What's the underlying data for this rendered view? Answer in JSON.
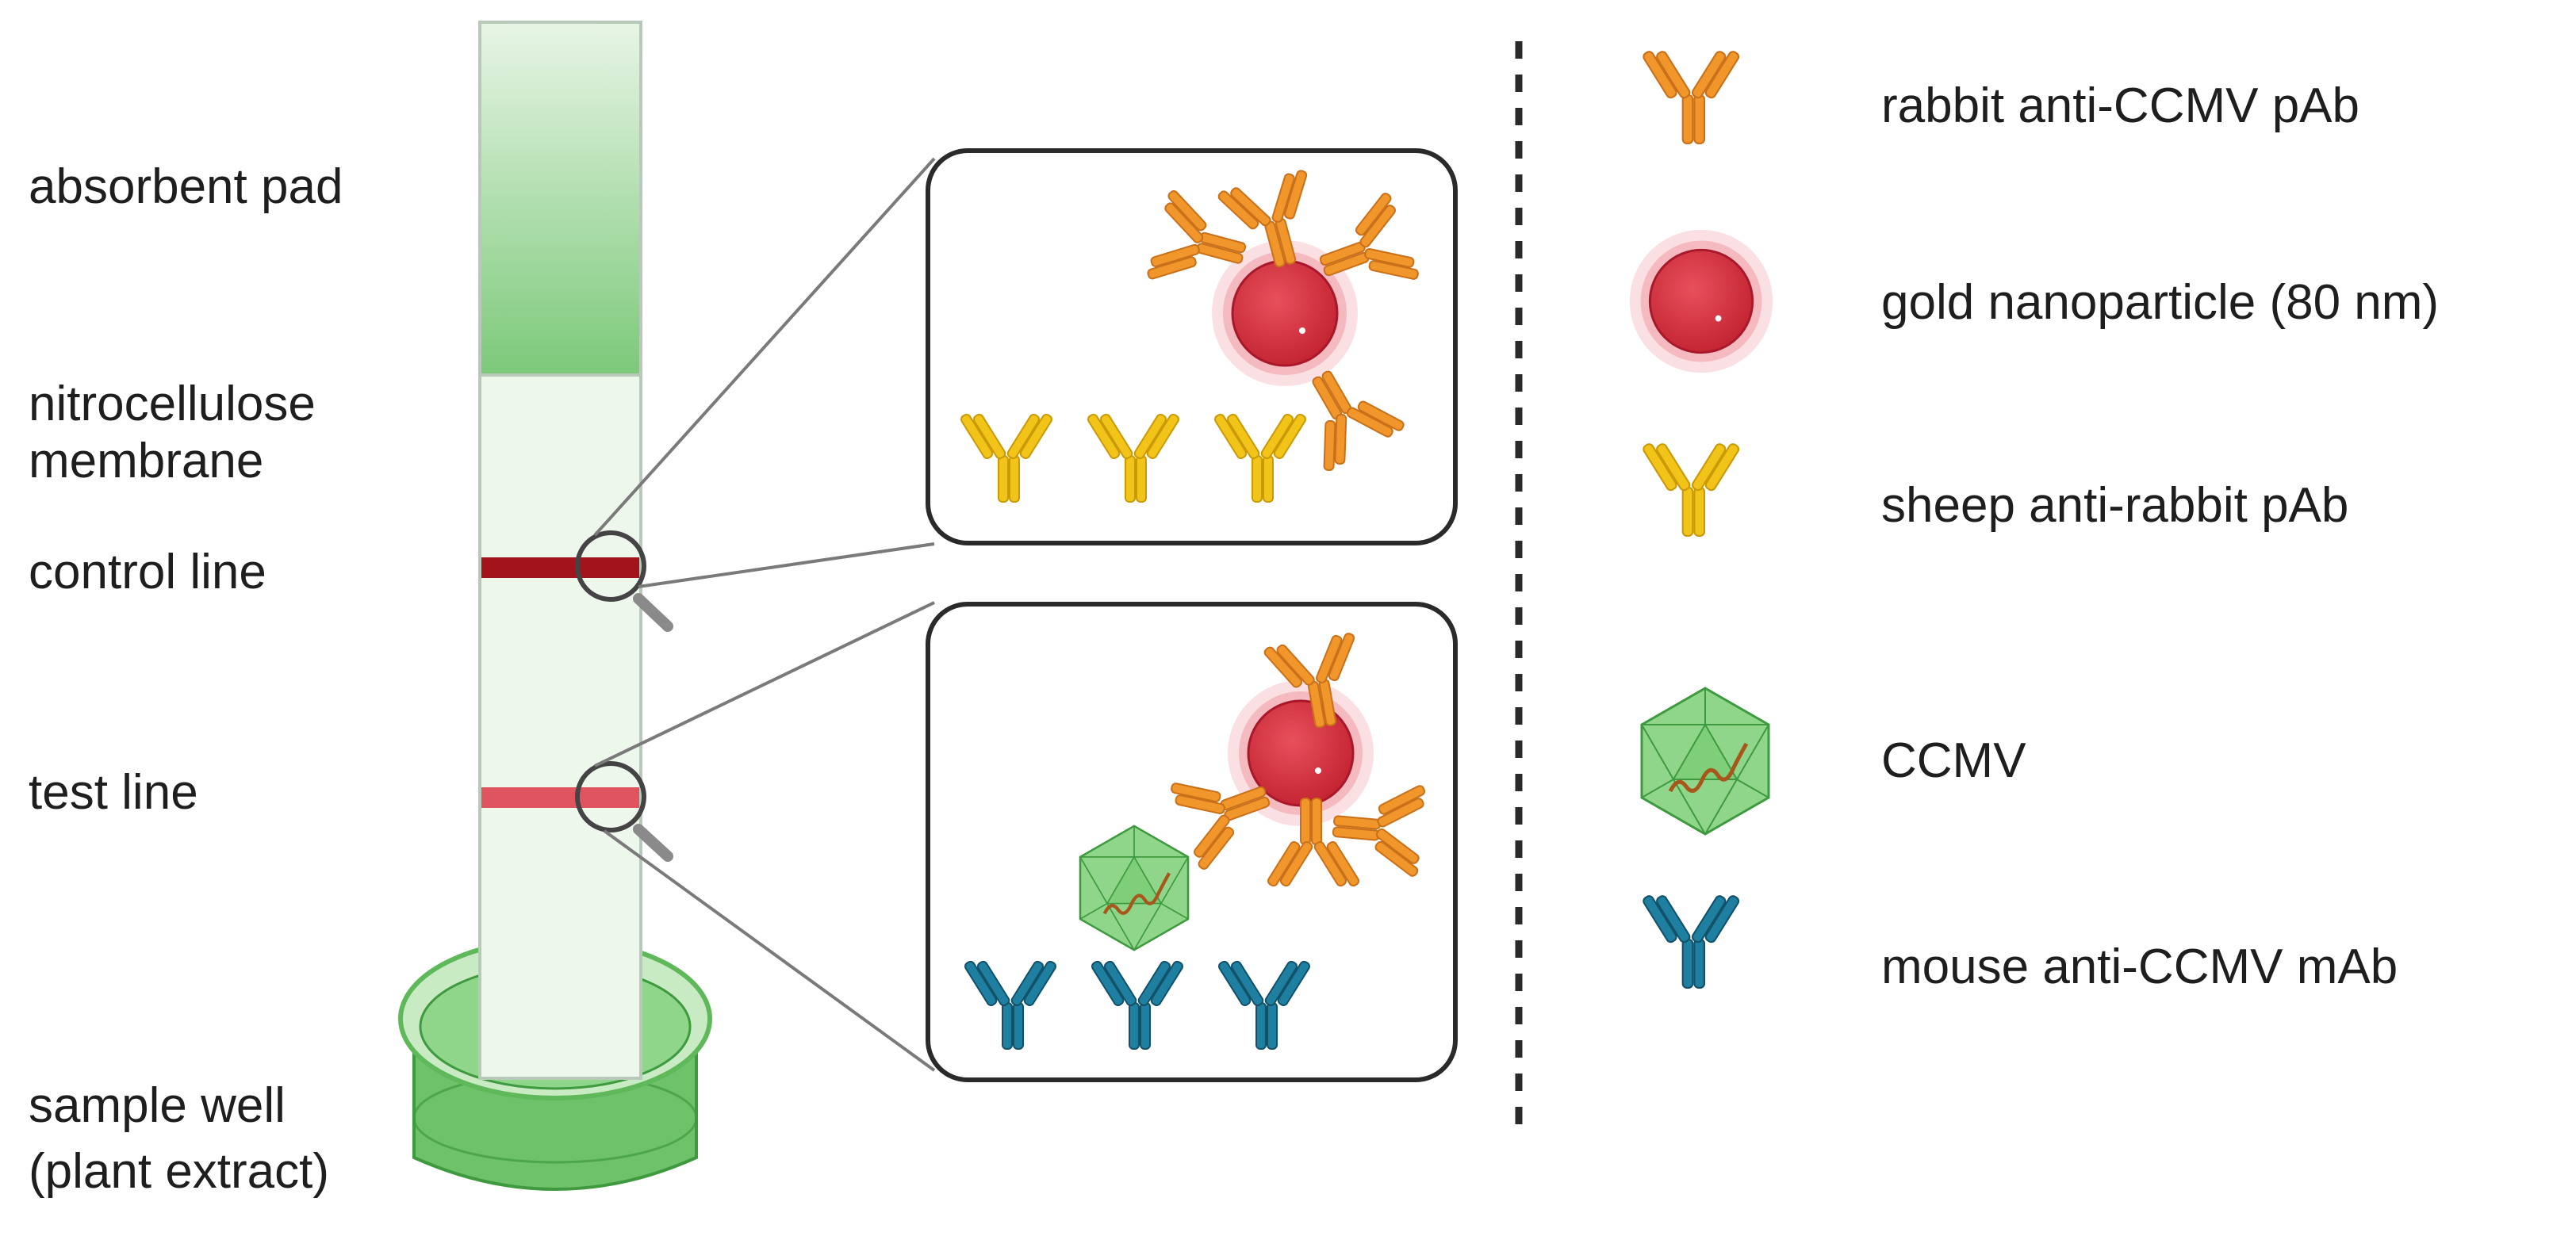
{
  "strip_labels": {
    "absorbent_pad": "absorbent pad",
    "nitrocellulose_line1": "nitrocellulose",
    "nitrocellulose_line2": "membrane",
    "control_line": "control line",
    "test_line": "test line",
    "sample_well_line1": "sample well",
    "sample_well_line2": "(plant extract)"
  },
  "legend": [
    {
      "icon": "rabbit-antibody-icon",
      "label": "rabbit anti-CCMV pAb",
      "color": "#f0962a"
    },
    {
      "icon": "gold-nanoparticle-icon",
      "label": "gold nanoparticle (80 nm)",
      "color": "#d42e3c"
    },
    {
      "icon": "sheep-antibody-icon",
      "label": "sheep anti-rabbit pAb",
      "color": "#f2c318"
    },
    {
      "icon": "ccmv-virus-icon",
      "label": "CCMV",
      "color": "#7fcf7a"
    },
    {
      "icon": "mouse-antibody-icon",
      "label": "mouse anti-CCMV mAb",
      "color": "#1e6f8e"
    }
  ],
  "colors": {
    "pad_green": "#7cc97a",
    "control_line": "#a3131c",
    "test_line": "#e0545f",
    "antibody_orange": "#f0962a",
    "antibody_yellow": "#f2c318",
    "antibody_blue": "#1e6f8e",
    "gold": "#d42e3c",
    "virus": "#7fcf7a"
  }
}
